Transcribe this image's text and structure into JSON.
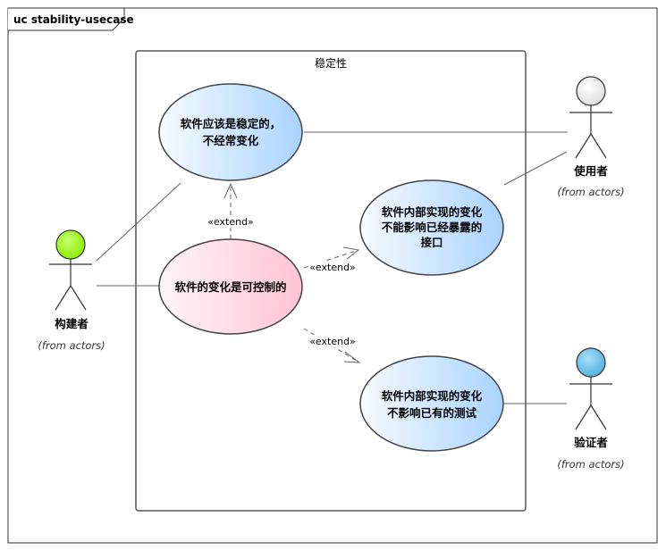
{
  "diagram": {
    "frame_title": "uc stability-usecase",
    "boundary_title": "稳定性"
  },
  "use_cases": {
    "stable": {
      "line1": "软件应该是稳定的，",
      "line2": "不经常变化"
    },
    "controllable": {
      "line1": "软件的变化是可控制的"
    },
    "interface": {
      "line1": "软件内部实现的变化",
      "line2": "不能影响已经暴露的",
      "line3": "接口"
    },
    "tests": {
      "line1": "软件内部实现的变化",
      "line2": "不影响已有的测试"
    }
  },
  "actors": {
    "builder": {
      "name": "构建者",
      "from": "(from actors)",
      "color": "#99ff22"
    },
    "user": {
      "name": "使用者",
      "from": "(from actors)",
      "color": "#f2f2f2"
    },
    "verifier": {
      "name": "验证者",
      "from": "(from actors)",
      "color": "#66bbe0"
    }
  },
  "relations": {
    "extend1": "«extend»",
    "extend2": "«extend»",
    "extend3": "«extend»"
  },
  "colors": {
    "blue_usecase_light": "#f5faff",
    "blue_usecase_dark": "#a9d3ff",
    "pink_usecase_light": "#ffffff",
    "pink_usecase_dark": "#ffc3d6"
  }
}
